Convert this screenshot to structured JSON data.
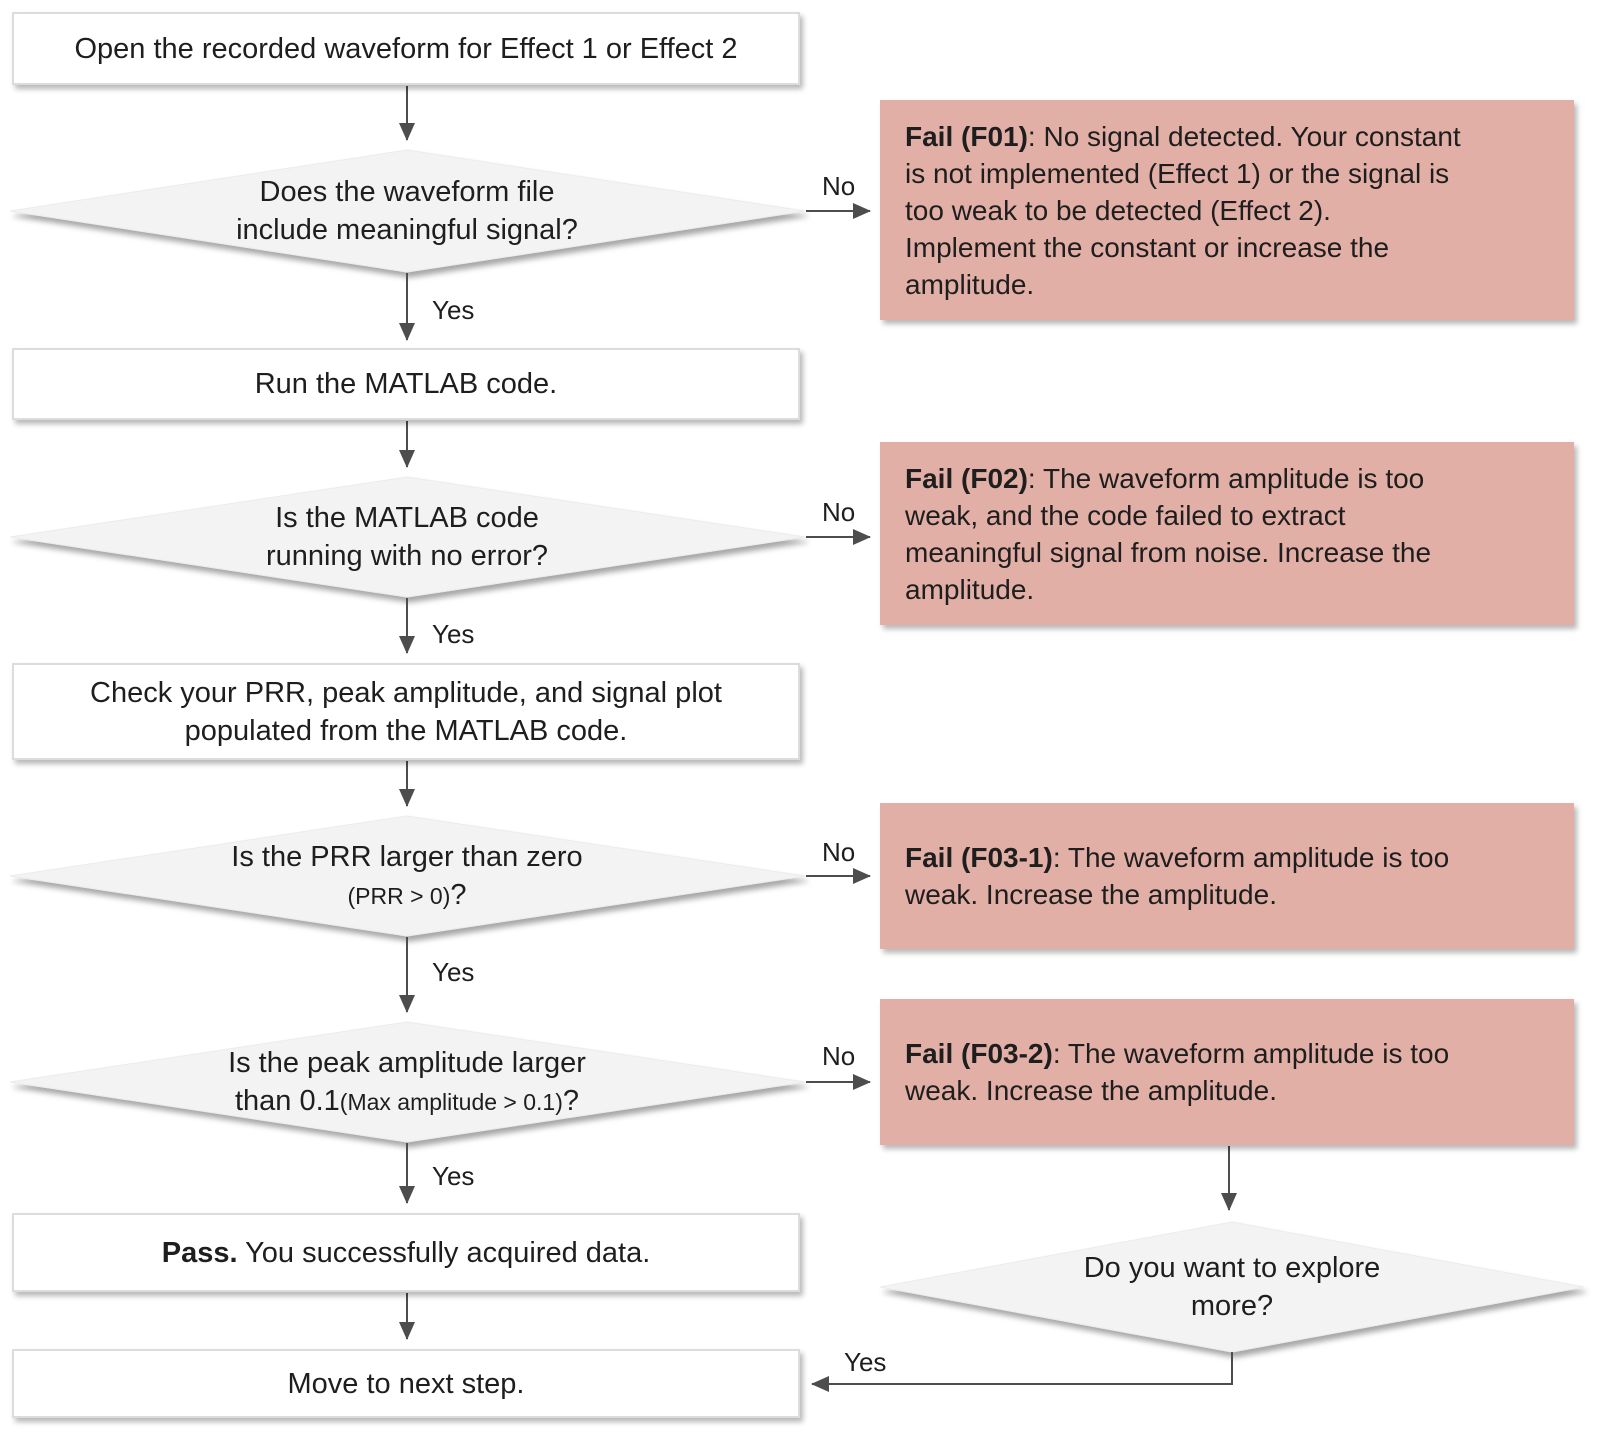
{
  "colors": {
    "fail_bg": "#e2afa6",
    "diamond_bg": "#f3f3f3",
    "box_border": "#dcdcdc",
    "arrow": "#4d4d4d"
  },
  "labels": {
    "yes": "Yes",
    "no": "No"
  },
  "nodes": {
    "start": {
      "text": "Open the recorded waveform for Effect 1 or Effect 2"
    },
    "d1": {
      "line1": "Does the waveform file",
      "line2": "include meaningful signal?"
    },
    "run": {
      "text": "Run the MATLAB code."
    },
    "d2": {
      "line1": "Is the MATLAB code",
      "line2": "running with no error?"
    },
    "check": {
      "line1": "Check your PRR, peak amplitude, and signal plot",
      "line2": "populated from the MATLAB code."
    },
    "d3": {
      "line1": "Is the PRR larger than zero",
      "line2_small": "(PRR > 0)",
      "line2_suffix": "?"
    },
    "d4": {
      "line1": "Is the peak amplitude larger",
      "line2_pre": "than 0.1",
      "line2_small": "(Max amplitude > 0.1)",
      "line2_suffix": "?"
    },
    "pass": {
      "label": "Pass.",
      "text": "You successfully acquired data."
    },
    "move": {
      "text": "Move to next step."
    },
    "d5": {
      "line1": "Do you want to explore",
      "line2": "more?"
    },
    "f01": {
      "label": "Fail (F01)",
      "line1_rest": ": No signal detected. Your constant",
      "lines": [
        "is not implemented (Effect 1) or the signal is",
        "too weak to be detected (Effect 2).",
        "Implement the constant or increase the",
        "amplitude."
      ]
    },
    "f02": {
      "label": "Fail (F02)",
      "line1_rest": ": The waveform amplitude is too",
      "lines": [
        "weak, and the code failed to extract",
        "meaningful signal from noise. Increase the",
        "amplitude."
      ]
    },
    "f03_1": {
      "label": "Fail (F03-1)",
      "line1_rest": ": The waveform amplitude is too",
      "lines": [
        "weak. Increase the amplitude."
      ]
    },
    "f03_2": {
      "label": "Fail (F03-2)",
      "line1_rest": ": The waveform amplitude is too",
      "lines": [
        "weak. Increase the amplitude."
      ]
    }
  }
}
